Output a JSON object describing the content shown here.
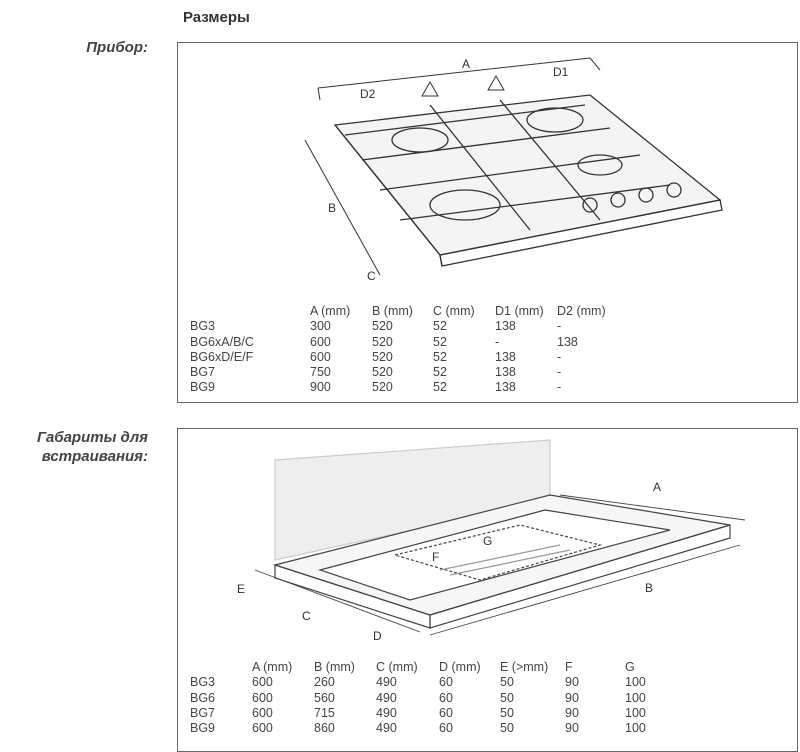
{
  "heading": "Размеры",
  "appliance": {
    "label": "Прибор:",
    "dims": {
      "a": "A",
      "b": "B",
      "c": "C",
      "d1": "D1",
      "d2": "D2"
    },
    "columns": [
      "",
      "A (mm)",
      "B (mm)",
      "C (mm)",
      "D1 (mm)",
      "D2 (mm)"
    ],
    "rows": [
      [
        "BG3",
        "300",
        "520",
        "52",
        "138",
        "-"
      ],
      [
        "BG6xA/B/C",
        "600",
        "520",
        "52",
        "-",
        "138"
      ],
      [
        "BG6xD/E/F",
        "600",
        "520",
        "52",
        "138",
        "-"
      ],
      [
        "BG7",
        "750",
        "520",
        "52",
        "138",
        "-"
      ],
      [
        "BG9",
        "900",
        "520",
        "52",
        "138",
        "-"
      ]
    ]
  },
  "builtin": {
    "label_line1": "Габариты для",
    "label_line2": "встраивания:",
    "dims": {
      "a": "A",
      "b": "B",
      "c": "C",
      "d": "D",
      "e": "E",
      "f": "F",
      "g": "G"
    },
    "columns": [
      "",
      "A (mm)",
      "B (mm)",
      "C (mm)",
      "D (mm)",
      "E (>mm)",
      "F",
      "G"
    ],
    "rows": [
      [
        "BG3",
        "600",
        "260",
        "490",
        "60",
        "50",
        "90",
        "100"
      ],
      [
        "BG6",
        "600",
        "560",
        "490",
        "60",
        "50",
        "90",
        "100"
      ],
      [
        "BG7",
        "600",
        "715",
        "490",
        "60",
        "50",
        "90",
        "100"
      ],
      [
        "BG9",
        "600",
        "860",
        "490",
        "60",
        "50",
        "90",
        "100"
      ]
    ]
  }
}
